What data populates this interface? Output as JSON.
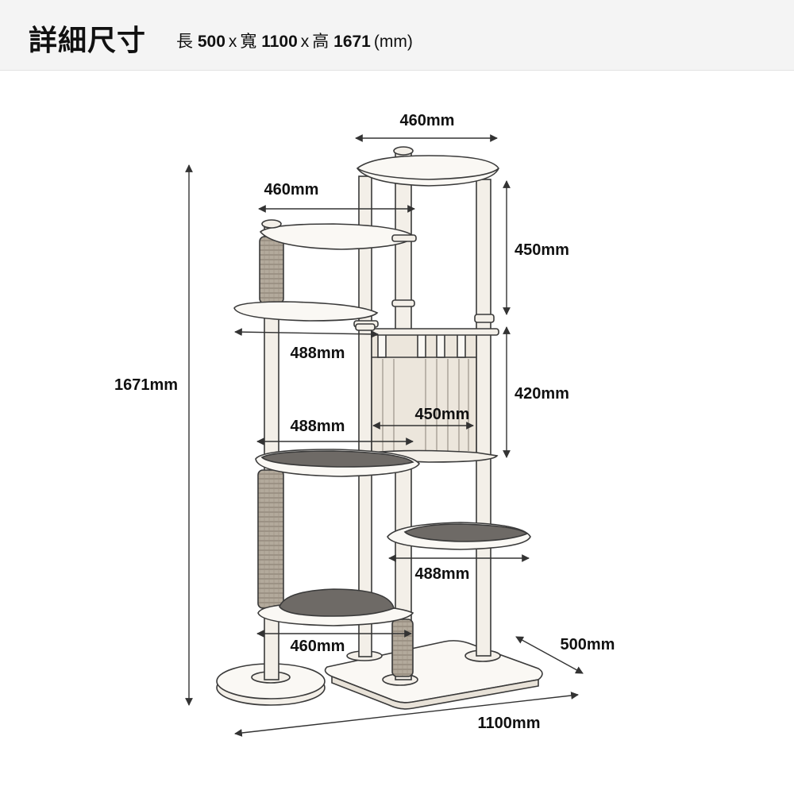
{
  "header": {
    "title": "詳細尺寸",
    "spec": {
      "length_label": "長",
      "length_value": "500",
      "sep1": "x",
      "width_label": "寬",
      "width_value": "1100",
      "sep2": "x",
      "height_label": "高",
      "height_value": "1671",
      "unit": "(mm)"
    }
  },
  "dimensions": {
    "top_width": "460mm",
    "second_width": "460mm",
    "upper_gap_height": "450mm",
    "left_step_width": "488mm",
    "total_height": "1671mm",
    "box_height": "420mm",
    "box_width": "450mm",
    "middle_step_width": "488mm",
    "right_step_width": "488mm",
    "bottom_left_width": "460mm",
    "base_depth": "500mm",
    "base_width": "1100mm"
  },
  "colors": {
    "line": "#3a3a3a",
    "wood": "#f3efe8",
    "wood_dark": "#d9d2c6",
    "carpet": "#6e6a66",
    "sisal": "#a49b8e",
    "arrow": "#333333"
  }
}
